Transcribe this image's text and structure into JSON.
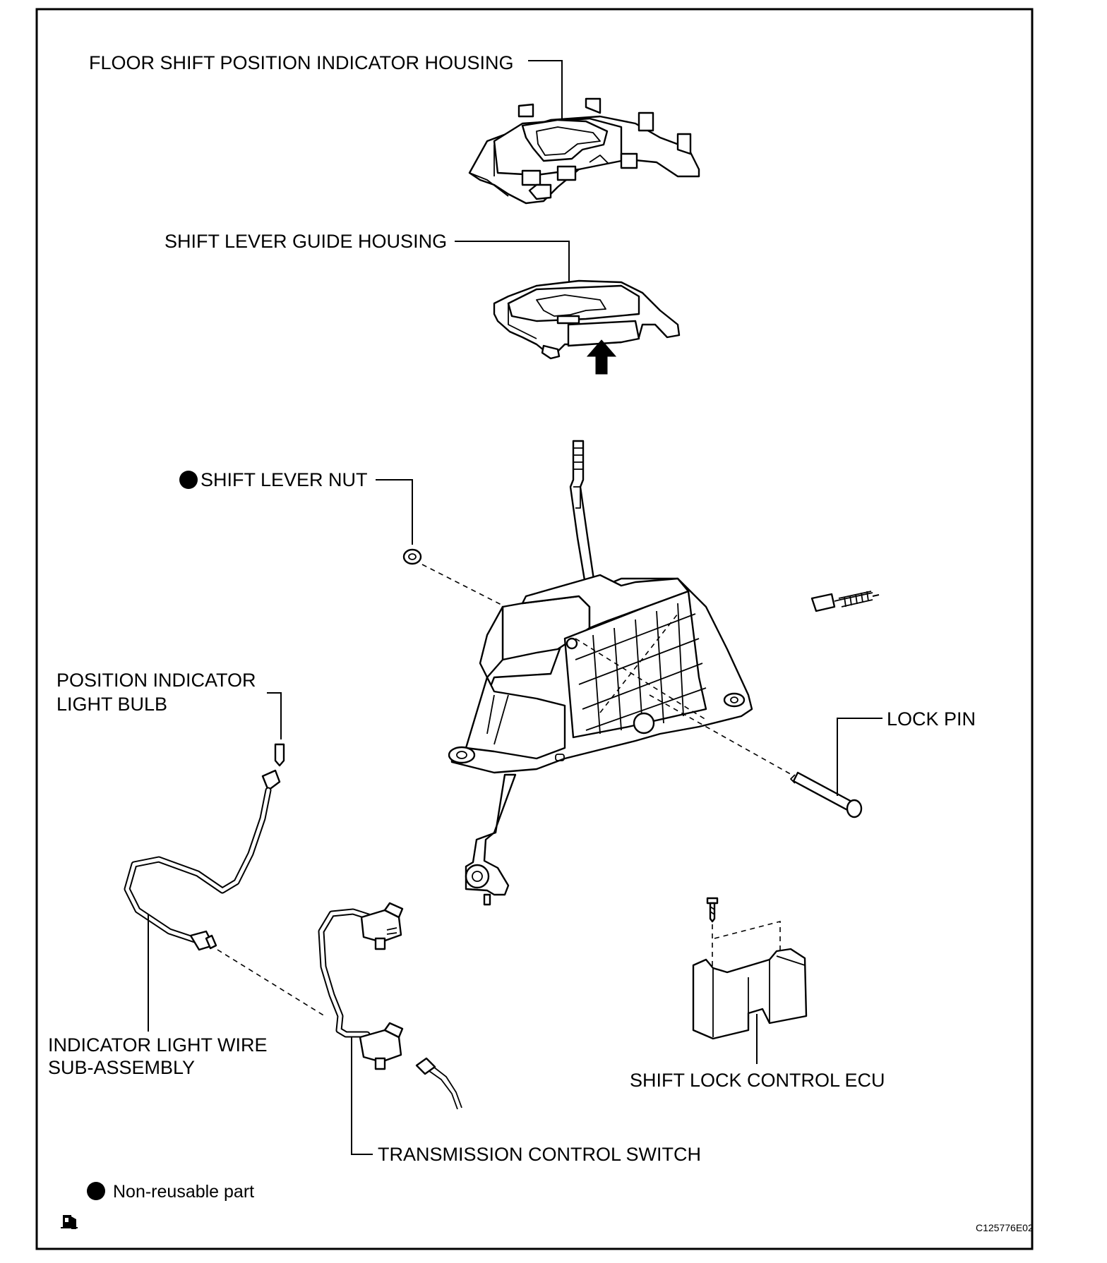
{
  "labels": {
    "floor_shift_housing": "FLOOR SHIFT POSITION INDICATOR HOUSING",
    "shift_lever_guide_housing": "SHIFT LEVER GUIDE HOUSING",
    "shift_lever_nut": "SHIFT LEVER NUT",
    "position_indicator_bulb_line1": "POSITION INDICATOR",
    "position_indicator_bulb_line2": "LIGHT BULB",
    "lock_pin": "LOCK PIN",
    "indicator_wire_line1": "INDICATOR LIGHT WIRE",
    "indicator_wire_line2": "SUB-ASSEMBLY",
    "shift_lock_ecu": "SHIFT LOCK CONTROL ECU",
    "transmission_switch": "TRANSMISSION CONTROL SWITCH"
  },
  "legend": {
    "non_reusable": "Non-reusable part"
  },
  "figure_code": "C125776E02",
  "icons": {
    "non_reusable_marker": "filled-circle",
    "corner_symbol": "document-clip-icon"
  }
}
